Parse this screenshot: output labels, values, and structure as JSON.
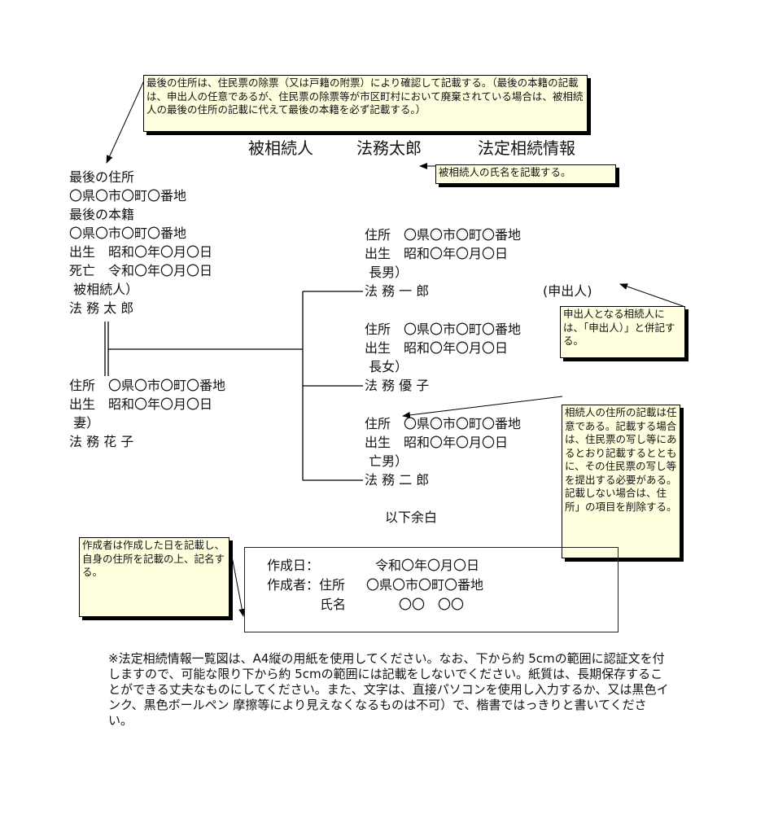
{
  "title": {
    "decedent_label": "被相続人",
    "decedent_name": "法務太郎",
    "doc_title": "法定相続情報"
  },
  "callouts": {
    "last_address": "最後の住所は、住民票の除票（又は戸籍の附票）により確認して記載する。（最後の本籍の記載は、申出人の任意であるが、住民票の除票等が市区町村において廃棄されている場合は、被相続人の最後の住所の記載に代えて最後の本籍を必ず記載する。）",
    "decedent_name": "被相続人の氏名を記載する。",
    "applicant": "申出人となる相続人には、「申出人）」と併記する。",
    "heir_address": "相続人の住所の記載は任意である。記載する場合は、住民票の写し等にあるとおり記載するとともに、その住民票の写し等を提出する必要がある。記載しない場合は、住所」の項目を削除する。",
    "creator": "作成者は作成した日を記載し、自身の住所を記載の上、記名する。"
  },
  "decedent": {
    "last_address_label": "最後の住所",
    "last_address": "〇県〇市〇町〇番地",
    "last_domicile_label": "最後の本籍",
    "last_domicile": "〇県〇市〇町〇番地",
    "birth": "出生　昭和〇年〇月〇日",
    "death": "死亡　令和〇年〇月〇日",
    "relation": " 被相続人）",
    "name": "法 務 太 郎"
  },
  "spouse": {
    "address": "住所　〇県〇市〇町〇番地",
    "birth": "出生　昭和〇年〇月〇日",
    "relation": " 妻）",
    "name": "法 務 花 子"
  },
  "heirs": [
    {
      "address": "住所　〇県〇市〇町〇番地",
      "birth": "出生　昭和〇年〇月〇日",
      "relation": " 長男）",
      "name": "法 務 一 郎",
      "tag": "(申出人)"
    },
    {
      "address": "住所　〇県〇市〇町〇番地",
      "birth": "出生　昭和〇年〇月〇日",
      "relation": " 長女）",
      "name": "法 務 優 子"
    },
    {
      "address": "住所　〇県〇市〇町〇番地",
      "birth": "出生　昭和〇年〇月〇日",
      "relation": " 亡男）",
      "name": "法 務 二 郎"
    }
  ],
  "end_mark": "以下余白",
  "creation": {
    "date_label": "作成日：",
    "date": "令和〇年〇月〇日",
    "creator_label": "作成者：住所",
    "creator_address": "〇県〇市〇町〇番地",
    "name_label": "氏名",
    "name": "〇〇　〇〇"
  },
  "note": "※法定相続情報一覧図は、A4縦の用紙を使用してください。なお、下から約 5cmの範囲に認証文を付しますので、可能な限り下から約 5cmの範囲には記載をしないでください。紙質は、長期保存することができる丈夫なものにしてください。また、文字は、直接パソコンを使用し入力するか、又は黒色インク、黒色ボールペン 摩擦等により見えなくなるものは不可）で、楷書ではっきりと書いてください。"
}
